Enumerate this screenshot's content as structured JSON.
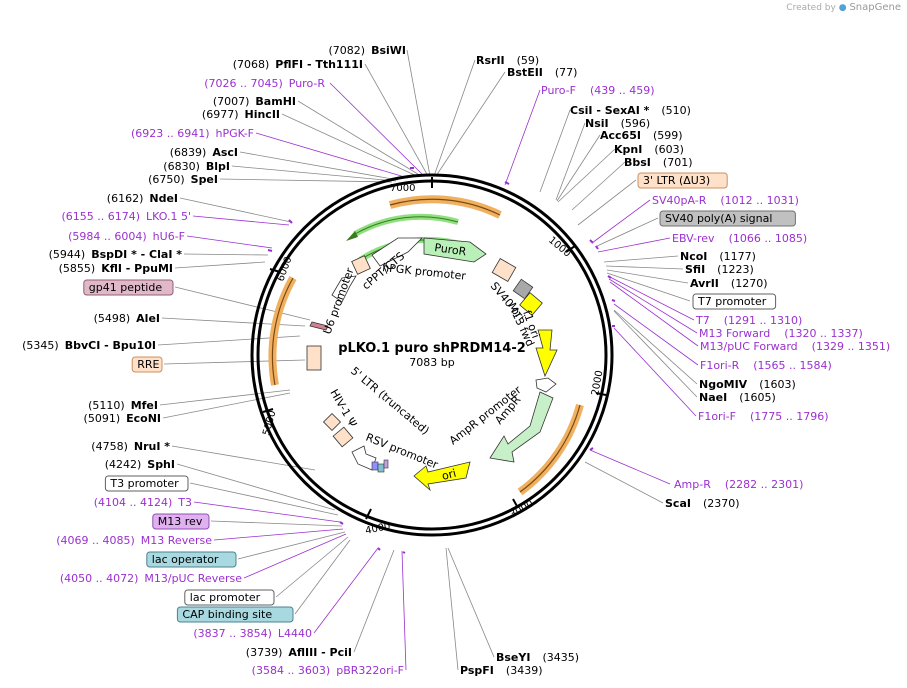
{
  "credit": {
    "prefix": "Created by",
    "brand": "SnapGene"
  },
  "plasmid": {
    "name": "pLKO.1 puro shPRDM14-2",
    "length_label": "7083 bp",
    "length": 7083
  },
  "ticks": [
    "1000",
    "2000",
    "3000",
    "4000",
    "5000",
    "6000",
    "7000"
  ],
  "colors": {
    "primer": "#9b30d0",
    "line": "#888888",
    "backbone": "#000000"
  },
  "features": [
    {
      "name": "PuroR",
      "kind": "arrow",
      "color": "#b8f0b8"
    },
    {
      "name": "hPGK promoter",
      "kind": "arrow",
      "color": "#ffffff"
    },
    {
      "name": "cPPT/CTS",
      "kind": "box",
      "color": "#ffe0c8"
    },
    {
      "name": "U6 promoter",
      "kind": "arrow",
      "color": "#ffffff"
    },
    {
      "name": "SV40 ori",
      "kind": "box",
      "color": "#a8a8a8"
    },
    {
      "name": "M13 fwd",
      "kind": "box",
      "color": "#ffff00"
    },
    {
      "name": "f1 ori",
      "kind": "arrow",
      "color": "#ffff00"
    },
    {
      "name": "AmpR promoter",
      "kind": "arrow",
      "color": "#ffffff"
    },
    {
      "name": "AmpR",
      "kind": "arrow",
      "color": "#c8f0c8"
    },
    {
      "name": "ori",
      "kind": "arrow",
      "color": "#ffff00"
    },
    {
      "name": "RSV promoter",
      "kind": "arrow",
      "color": "#ffffff"
    },
    {
      "name": "5' LTR (truncated)",
      "kind": "box",
      "color": "#ffe0c8"
    },
    {
      "name": "HIV-1 Ψ",
      "kind": "box",
      "color": "#ffe0c8"
    },
    {
      "name": "RRE",
      "kind": "box",
      "color": "#ffe0c8"
    }
  ],
  "right_labels": [
    {
      "text": "RsrII",
      "pos": "(59)",
      "type": "enzyme"
    },
    {
      "text": "BstEII",
      "pos": "(77)",
      "type": "enzyme"
    },
    {
      "text": "Puro-F",
      "pos": "(439 .. 459)",
      "type": "primer"
    },
    {
      "text": "CsiI - SexAI *",
      "pos": "(510)",
      "type": "enzyme"
    },
    {
      "text": "NsiI",
      "pos": "(596)",
      "type": "enzyme"
    },
    {
      "text": "Acc65I",
      "pos": "(599)",
      "type": "enzyme"
    },
    {
      "text": "KpnI",
      "pos": "(603)",
      "type": "enzyme"
    },
    {
      "text": "BbsI",
      "pos": "(701)",
      "type": "enzyme"
    },
    {
      "text": "3' LTR (ΔU3)",
      "pos": "",
      "type": "box-peach"
    },
    {
      "text": "SV40pA-R",
      "pos": "(1012 .. 1031)",
      "type": "primer"
    },
    {
      "text": "SV40 poly(A) signal",
      "pos": "",
      "type": "box-gray"
    },
    {
      "text": "EBV-rev",
      "pos": "(1066 .. 1085)",
      "type": "primer"
    },
    {
      "text": "NcoI",
      "pos": "(1177)",
      "type": "enzyme"
    },
    {
      "text": "SfiI",
      "pos": "(1223)",
      "type": "enzyme"
    },
    {
      "text": "AvrII",
      "pos": "(1270)",
      "type": "enzyme"
    },
    {
      "text": "T7 promoter",
      "pos": "",
      "type": "box-white"
    },
    {
      "text": "T7",
      "pos": "(1291 .. 1310)",
      "type": "primer"
    },
    {
      "text": "M13 Forward",
      "pos": "(1320 .. 1337)",
      "type": "primer"
    },
    {
      "text": "M13/pUC Forward",
      "pos": "(1329 .. 1351)",
      "type": "primer"
    },
    {
      "text": "F1ori-R",
      "pos": "(1565 .. 1584)",
      "type": "primer"
    },
    {
      "text": "NgoMIV",
      "pos": "(1603)",
      "type": "enzyme"
    },
    {
      "text": "NaeI",
      "pos": "(1605)",
      "type": "enzyme"
    },
    {
      "text": "F1ori-F",
      "pos": "(1775 .. 1796)",
      "type": "primer"
    },
    {
      "text": "Amp-R",
      "pos": "(2282 .. 2301)",
      "type": "primer"
    },
    {
      "text": "ScaI",
      "pos": "(2370)",
      "type": "enzyme"
    },
    {
      "text": "BseYI",
      "pos": "(3435)",
      "type": "enzyme"
    },
    {
      "text": "PspFI",
      "pos": "(3439)",
      "type": "enzyme"
    }
  ],
  "left_labels": [
    {
      "text": "BsiWI",
      "pos": "(7082)",
      "type": "enzyme"
    },
    {
      "text": "PflFI - Tth111I",
      "pos": "(7068)",
      "type": "enzyme"
    },
    {
      "text": "Puro-R",
      "pos": "(7026 .. 7045)",
      "type": "primer"
    },
    {
      "text": "BamHI",
      "pos": "(7007)",
      "type": "enzyme"
    },
    {
      "text": "HincII",
      "pos": "(6977)",
      "type": "enzyme"
    },
    {
      "text": "hPGK-F",
      "pos": "(6923 .. 6941)",
      "type": "primer"
    },
    {
      "text": "AscI",
      "pos": "(6839)",
      "type": "enzyme"
    },
    {
      "text": "BlpI",
      "pos": "(6830)",
      "type": "enzyme"
    },
    {
      "text": "SpeI",
      "pos": "(6750)",
      "type": "enzyme"
    },
    {
      "text": "NdeI",
      "pos": "(6162)",
      "type": "enzyme"
    },
    {
      "text": "LKO.1 5'",
      "pos": "(6155 .. 6174)",
      "type": "primer"
    },
    {
      "text": "hU6-F",
      "pos": "(5984 .. 6004)",
      "type": "primer"
    },
    {
      "text": "BspDI * - ClaI *",
      "pos": "(5944)",
      "type": "enzyme"
    },
    {
      "text": "KflI - PpuMI",
      "pos": "(5855)",
      "type": "enzyme"
    },
    {
      "text": "gp41 peptide",
      "pos": "",
      "type": "box-mauve"
    },
    {
      "text": "AleI",
      "pos": "(5498)",
      "type": "enzyme"
    },
    {
      "text": "BbvCI - Bpu10I",
      "pos": "(5345)",
      "type": "enzyme"
    },
    {
      "text": "RRE",
      "pos": "",
      "type": "box-peach"
    },
    {
      "text": "MfeI",
      "pos": "(5110)",
      "type": "enzyme"
    },
    {
      "text": "EcoNI",
      "pos": "(5091)",
      "type": "enzyme"
    },
    {
      "text": "NruI *",
      "pos": "(4758)",
      "type": "enzyme"
    },
    {
      "text": "SphI",
      "pos": "(4242)",
      "type": "enzyme"
    },
    {
      "text": "T3 promoter",
      "pos": "",
      "type": "box-white"
    },
    {
      "text": "T3",
      "pos": "(4104 .. 4124)",
      "type": "primer"
    },
    {
      "text": "M13 rev",
      "pos": "",
      "type": "box-purple"
    },
    {
      "text": "M13 Reverse",
      "pos": "(4069 .. 4085)",
      "type": "primer"
    },
    {
      "text": "lac operator",
      "pos": "",
      "type": "box-teal"
    },
    {
      "text": "M13/pUC Reverse",
      "pos": "(4050 .. 4072)",
      "type": "primer"
    },
    {
      "text": "lac promoter",
      "pos": "",
      "type": "box-white"
    },
    {
      "text": "CAP binding site",
      "pos": "",
      "type": "box-teal"
    },
    {
      "text": "L4440",
      "pos": "(3837 .. 3854)",
      "type": "primer"
    },
    {
      "text": "AflIII - PciI",
      "pos": "(3739)",
      "type": "enzyme"
    },
    {
      "text": "pBR322ori-F",
      "pos": "(3584 .. 3603)",
      "type": "primer"
    }
  ]
}
